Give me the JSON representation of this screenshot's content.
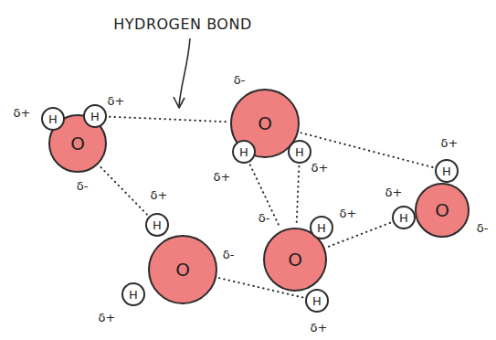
{
  "diagram": {
    "nodes": [
      {
        "text": [
          "O"
        ]
      },
      {
        "text": [
          "H"
        ]
      },
      {
        "text": [
          "H"
        ]
      },
      {
        "text": [
          "O"
        ]
      },
      {
        "text": [
          "H"
        ]
      },
      {
        "text": [
          "H"
        ]
      },
      {
        "text": [
          "O"
        ]
      },
      {
        "text": [
          "H"
        ]
      },
      {
        "text": [
          "H"
        ]
      },
      {
        "text": [
          "O"
        ]
      },
      {
        "text": [
          "H"
        ]
      },
      {
        "text": [
          "H"
        ]
      },
      {
        "text": [
          "O"
        ]
      },
      {
        "text": [
          "H"
        ]
      },
      {
        "text": [
          "H"
        ]
      }
    ],
    "edges": [
      {
        "from": 2,
        "to": 3,
        "arrow": "none"
      },
      {
        "from": 10,
        "to": 0,
        "arrow": "none"
      },
      {
        "from": 7,
        "to": 3,
        "arrow": "none"
      },
      {
        "from": 4,
        "to": 12,
        "arrow": "none"
      },
      {
        "from": 5,
        "to": 12,
        "arrow": "none"
      },
      {
        "from": 8,
        "to": 12,
        "arrow": "none"
      },
      {
        "from": 14,
        "to": 9,
        "arrow": "none"
      }
    ],
    "labels": [
      "HYDROGEN BOND",
      "δ+",
      "δ+",
      "δ-",
      "δ-",
      "δ+",
      "δ+",
      "δ+",
      "δ+",
      "δ-",
      "δ+",
      "δ-",
      "δ+",
      "δ-",
      "δ+",
      "δ+"
    ]
  }
}
